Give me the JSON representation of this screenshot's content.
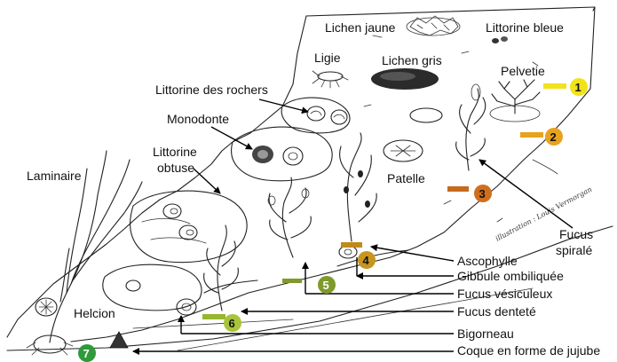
{
  "labels": {
    "lichen_jaune": "Lichen jaune",
    "littorine_bleue": "Littorine bleue",
    "ligie": "Ligie",
    "lichen_gris": "Lichen gris",
    "pelvetie": "Pelvetie",
    "littorine_rochers": "Littorine des rochers",
    "monodonte": "Monodonte",
    "littorine_obtuse_1": "Littorine",
    "littorine_obtuse_2": "obtuse",
    "laminaire": "Laminaire",
    "patelle": "Patelle",
    "fucus_spirale_1": "Fucus",
    "fucus_spirale_2": "spiralé",
    "ascophylle": "Ascophylle",
    "gibbule": "Gibbule ombiliquée",
    "fucus_vesiculeux": "Fucus vésiculeux",
    "fucus_dentele": "Fucus denteté",
    "helcion": "Helcion",
    "bigorneau": "Bigorneau",
    "coque": "Coque en forme de jujube"
  },
  "credit": "illustration : Louis Vermorgan",
  "zones": [
    {
      "number": "1",
      "color": "#f2e21a",
      "bar_color": "#f2e21a"
    },
    {
      "number": "2",
      "color": "#e8a21e",
      "bar_color": "#e8a21e"
    },
    {
      "number": "3",
      "color": "#cf6f1e",
      "bar_color": "#c66a1c"
    },
    {
      "number": "4",
      "color": "#c8961e",
      "bar_color": "#c08a1a"
    },
    {
      "number": "5",
      "color": "#7f9a2a",
      "bar_color": "#7f9a2a"
    },
    {
      "number": "6",
      "color": "#a8c43a",
      "bar_color": "#96b72e"
    },
    {
      "number": "7",
      "color": "#2f9a3a",
      "bar_color": "#2f9a3a"
    }
  ]
}
